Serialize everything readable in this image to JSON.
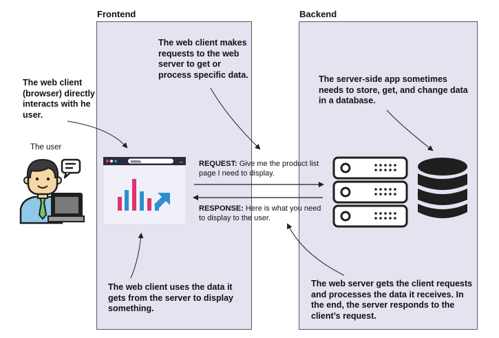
{
  "panels": {
    "frontend_title": "Frontend",
    "backend_title": "Backend"
  },
  "notes": {
    "web_client_interacts": "The web client (browser) directly interacts with he user.",
    "web_client_requests": "The web client makes requests to the web server to get or process specific data.",
    "server_side_app": "The server-side app sometimes needs to store, get, and change data in a database.",
    "web_client_uses_data": "The web client uses the data it gets from the server to display something.",
    "web_server_gets": "The web server gets the client requests and processes the data it receives. In the end, the server responds to the client’s request."
  },
  "user_label": "The user",
  "browser": {
    "address": "www."
  },
  "request": {
    "label": "REQUEST:",
    "text": "Give me the product list page I need to display."
  },
  "response": {
    "label": "RESPONSE:",
    "text": "Here is what you need to display to the user."
  },
  "colors": {
    "panel_fill": "#e5e3f0",
    "panel_border": "#55536a",
    "bar_pink": "#e0336d",
    "bar_blue": "#2e8fd0",
    "dark": "#1f1f1f"
  }
}
